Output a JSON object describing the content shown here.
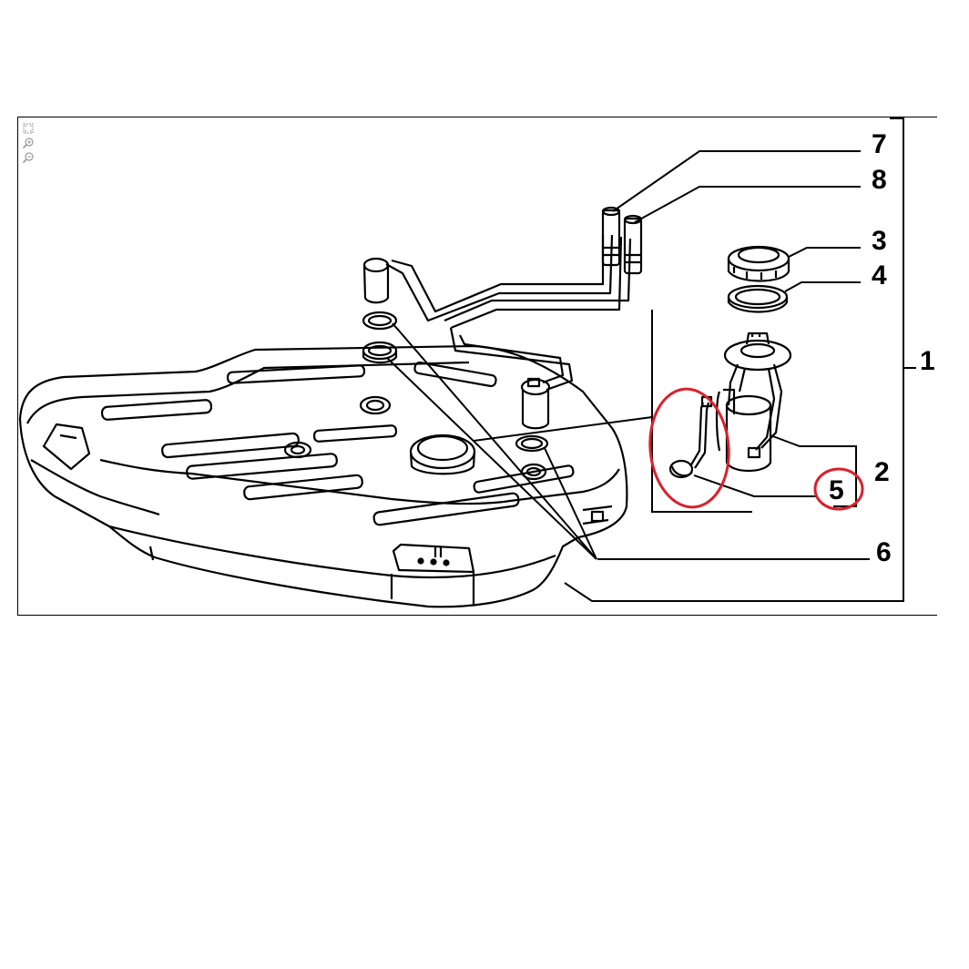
{
  "diagram": {
    "callouts": {
      "c1": "1",
      "c2": "2",
      "c3": "3",
      "c4": "4",
      "c5": "5",
      "c6": "6",
      "c7": "7",
      "c8": "8"
    },
    "highlight_color": "#d9212b",
    "line_color": "#000000"
  },
  "toolbar": {
    "icons": [
      "fit-to-page-icon",
      "zoom-in-icon",
      "zoom-out-icon"
    ]
  }
}
